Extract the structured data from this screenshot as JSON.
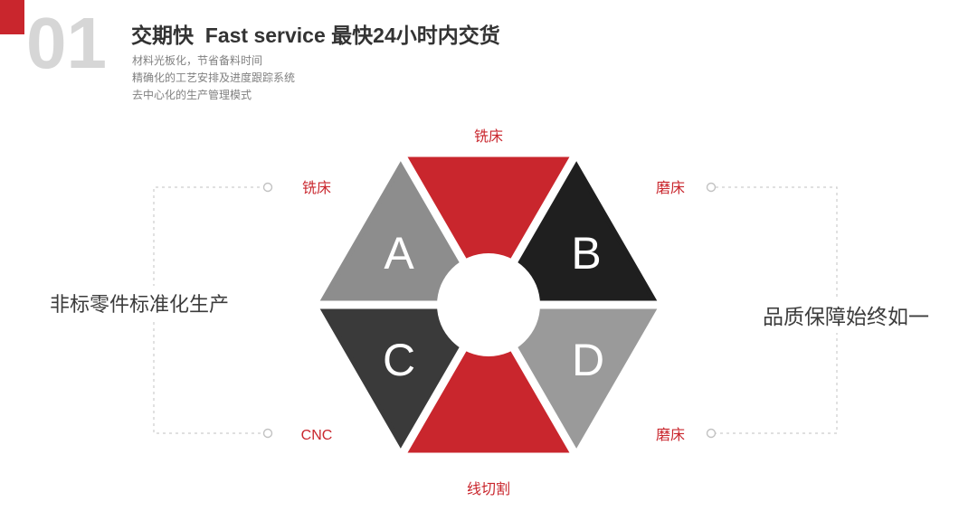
{
  "header": {
    "index": "01",
    "title": "交期快  Fast service 最快24小时内交货",
    "lines": [
      "材料光板化，节省备料时间",
      "精确化的工艺安排及进度跟踪系统",
      "去中心化的生产管理模式"
    ]
  },
  "left_caption": "非标零件标准化生产",
  "right_caption": "品质保障始终如一",
  "diagram": {
    "colors": {
      "red": "#c9262d",
      "gray_a": "#8d8d8d",
      "black_b": "#1f1f1f",
      "dark_c": "#3a3a3a",
      "gray_d": "#9a9a9a",
      "dash": "#cdcdcd",
      "node": "#c2c2c2"
    },
    "letters": {
      "A": "A",
      "B": "B",
      "C": "C",
      "D": "D"
    },
    "labels": {
      "top": "铣床",
      "left_top": "铣床",
      "right_top": "磨床",
      "left_bottom": "CNC",
      "right_bottom": "磨床",
      "bottom": "线切割"
    }
  }
}
